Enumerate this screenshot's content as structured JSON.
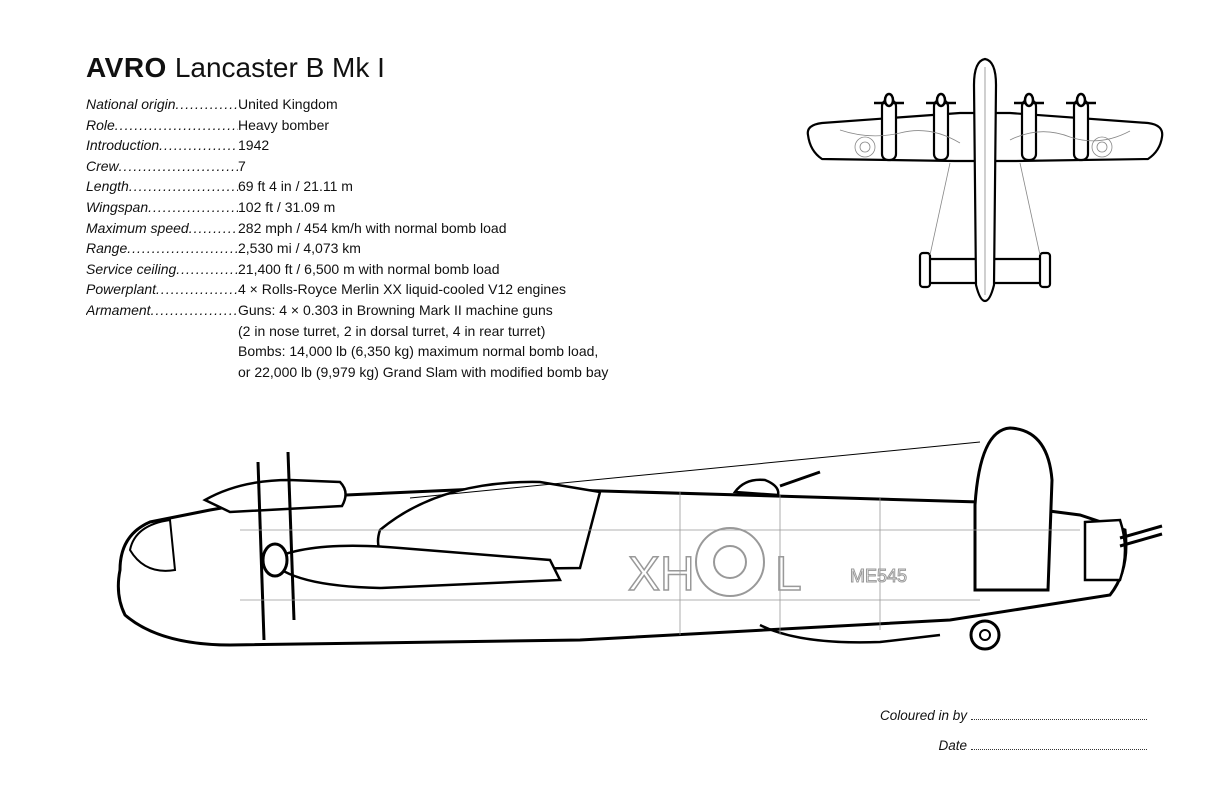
{
  "title": {
    "brand": "AVRO",
    "model": "Lancaster B Mk I"
  },
  "specs": [
    {
      "label": "National origin",
      "lines": [
        "United Kingdom"
      ]
    },
    {
      "label": "Role",
      "lines": [
        "Heavy bomber"
      ]
    },
    {
      "label": "Introduction",
      "lines": [
        "1942"
      ]
    },
    {
      "label": "Crew",
      "lines": [
        "7"
      ]
    },
    {
      "label": "Length",
      "lines": [
        "69 ft 4 in / 21.11 m"
      ]
    },
    {
      "label": "Wingspan",
      "lines": [
        "102 ft / 31.09 m"
      ]
    },
    {
      "label": "Maximum speed",
      "lines": [
        "282 mph / 454 km/h with normal bomb load"
      ]
    },
    {
      "label": "Range",
      "lines": [
        "2,530 mi / 4,073 km"
      ]
    },
    {
      "label": "Service ceiling",
      "lines": [
        "21,400 ft / 6,500 m with normal bomb load"
      ]
    },
    {
      "label": "Powerplant",
      "lines": [
        "4 × Rolls-Royce Merlin XX liquid-cooled V12 engines"
      ]
    },
    {
      "label": "Armament",
      "lines": [
        "Guns: 4 × 0.303 in Browning Mark II machine guns",
        "(2 in nose turret, 2 in dorsal turret, 4 in rear turret)",
        "Bombs: 14,000 lb (6,350 kg) maximum normal bomb load,",
        "or 22,000 lb (9,979 kg) Grand Slam with modified bomb bay"
      ]
    }
  ],
  "markings": {
    "squadron": "XH",
    "individual": "L",
    "serial": "ME545"
  },
  "footer": {
    "coloured_label": "Coloured in by",
    "date_label": "Date"
  }
}
